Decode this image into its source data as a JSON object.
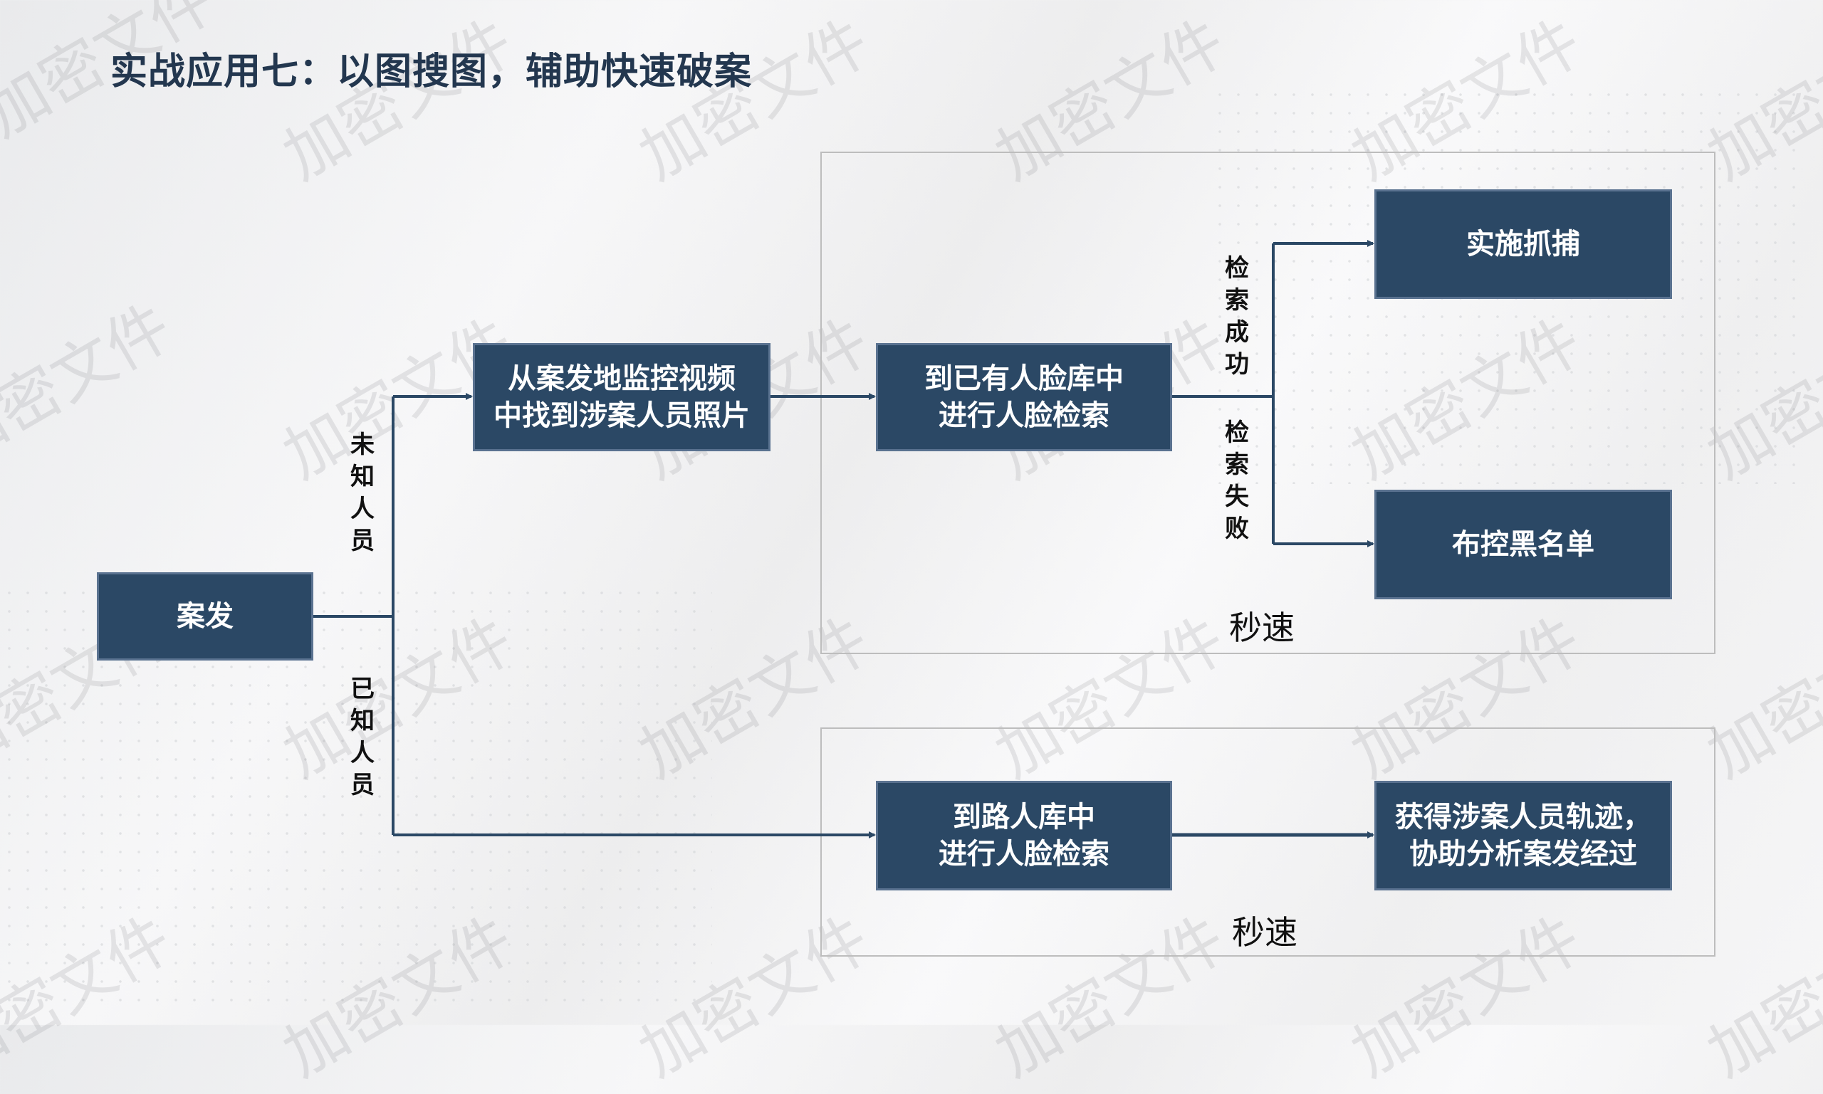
{
  "title": "实战应用七：以图搜图，辅助快速破案",
  "boxes": {
    "case": "案发",
    "find_photo": [
      "从案发地监控视频",
      "中找到涉案人员照片"
    ],
    "face_db": [
      "到已有人脸库中",
      "进行人脸检索"
    ],
    "arrest": "实施抓捕",
    "blacklist": "布控黑名单",
    "road_db": [
      "到路人库中",
      "进行人脸检索"
    ],
    "trajectory": [
      "获得涉案人员轨迹，",
      "协助分析案发经过"
    ]
  },
  "labels": {
    "unknown": "未知人员",
    "known": "已知人员",
    "success": "检索成功",
    "failure": "检索失败",
    "speed_top": "秒速",
    "speed_bottom": "秒速"
  },
  "watermark": "加密文件",
  "colors": {
    "box_fill": "#2b4865",
    "box_border": "#5a7290",
    "title": "#23374f",
    "line": "#2b4865"
  }
}
